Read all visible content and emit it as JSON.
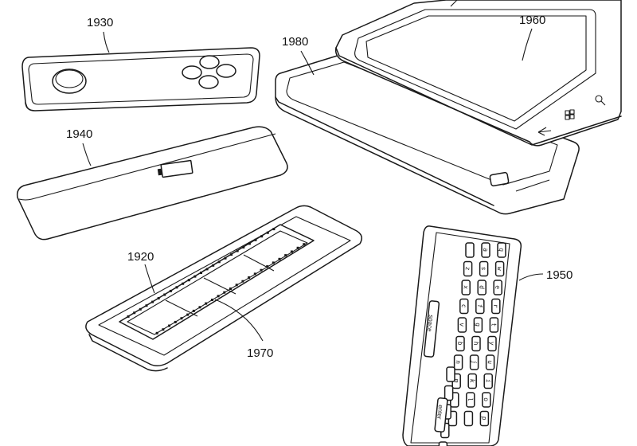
{
  "labels": {
    "remote": "1930",
    "battery": "1940",
    "film_tray": "1920",
    "film_strip": "1970",
    "slider_base": "1980",
    "screen": "1960",
    "keyboard": "1950"
  },
  "keyboard": {
    "columns": [
      [
        "q",
        "w",
        "e",
        "r",
        "t",
        "y",
        "u",
        "i",
        "o",
        "p"
      ],
      [
        "a",
        "s",
        "d",
        "f",
        "g",
        "h",
        "j",
        "k",
        "l",
        ""
      ],
      [
        "",
        "z",
        "x",
        "c",
        "v",
        "b",
        "n",
        "m",
        "",
        ""
      ]
    ],
    "space_label": "space",
    "enter_label": "enter"
  },
  "icons": [
    "gamepad-dpad-icon",
    "battery-icon",
    "windows-icon",
    "back-arrow-icon",
    "search-icon",
    "camera-button-icon"
  ]
}
